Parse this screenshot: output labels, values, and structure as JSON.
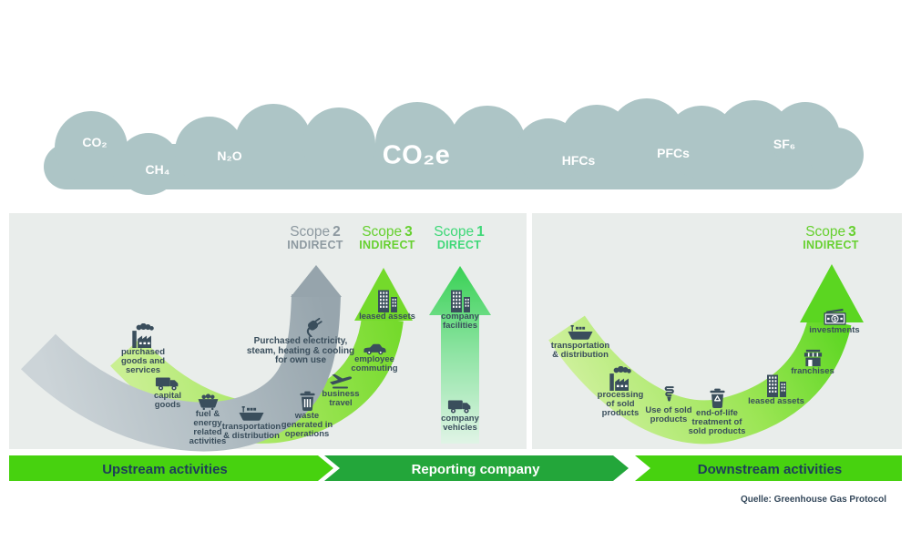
{
  "clouds": {
    "co2": "CO₂",
    "ch4": "CH₄",
    "n2o": "N₂O",
    "co2e": "CO₂e",
    "hfcs": "HFCs",
    "pfcs": "PFCs",
    "sf6": "SF₆"
  },
  "scopes": {
    "scope2": {
      "name": "Scope",
      "number": "2",
      "kind": "INDIRECT"
    },
    "scope3_upstream": {
      "name": "Scope",
      "number": "3",
      "kind": "INDIRECT"
    },
    "scope1": {
      "name": "Scope",
      "number": "1",
      "kind": "DIRECT"
    },
    "scope3_downstream": {
      "name": "Scope",
      "number": "3",
      "kind": "INDIRECT"
    }
  },
  "upstream": {
    "band_label": "Upstream activities",
    "scope2_item": {
      "id": "purchased-electricity",
      "icon": "plug-icon",
      "label": "Purchased electricity,\nsteam, heating & cooling\nfor own use"
    },
    "items": [
      {
        "id": "purchased-goods",
        "icon": "factory-icon",
        "label": "purchased\ngoods and\nservices"
      },
      {
        "id": "capital-goods",
        "icon": "truck-icon",
        "label": "capital\ngoods"
      },
      {
        "id": "fuel-energy",
        "icon": "minecart-icon",
        "label": "fuel &\nenergy\nrelated\nactivities"
      },
      {
        "id": "transportation-distribution-upstream",
        "icon": "ship-icon",
        "label": "transportation\n& distribution"
      },
      {
        "id": "waste",
        "icon": "trash-icon",
        "label": "waste\ngenerated in\noperations"
      },
      {
        "id": "business-travel",
        "icon": "plane-icon",
        "label": "business\ntravel"
      },
      {
        "id": "employee-commuting",
        "icon": "car-icon",
        "label": "employee\ncommuting"
      },
      {
        "id": "leased-assets-upstream",
        "icon": "buildings-icon",
        "label": "leased assets"
      }
    ]
  },
  "reporting": {
    "band_label": "Reporting company",
    "items": [
      {
        "id": "company-facilities",
        "icon": "buildings-icon",
        "label": "company\nfacilities"
      },
      {
        "id": "company-vehicles",
        "icon": "truck-icon",
        "label": "company\nvehicles"
      }
    ]
  },
  "downstream": {
    "band_label": "Downstream activities",
    "items": [
      {
        "id": "transportation-distribution-downstream",
        "icon": "ship-icon",
        "label": "transportation\n& distribution"
      },
      {
        "id": "processing-sold-products",
        "icon": "factory-icon",
        "label": "processing\nof sold\nproducts"
      },
      {
        "id": "use-sold-products",
        "icon": "bulb-icon",
        "label": "Use of sold\nproducts"
      },
      {
        "id": "end-of-life",
        "icon": "recycle-bin-icon",
        "label": "end-of-life\ntreatment of\nsold products"
      },
      {
        "id": "leased-assets-downstream",
        "icon": "buildings-icon",
        "label": "leased assets"
      },
      {
        "id": "franchises",
        "icon": "store-icon",
        "label": "franchises"
      },
      {
        "id": "investments",
        "icon": "money-icon",
        "label": "investments"
      }
    ]
  },
  "source": "Quelle: Greenhouse Gas Protocol",
  "colors": {
    "cloud": "#adc5c6",
    "panel_bg": "#e9edeb",
    "ink": "#3a4e5c",
    "scope2_gray": "#8d99a0",
    "scope3_green": "#66d02f",
    "scope1_green": "#3fd878",
    "band_bright_green": "#47d20f",
    "band_dark_green": "#23a63a",
    "band_text_navy": "#1d3c5a"
  }
}
